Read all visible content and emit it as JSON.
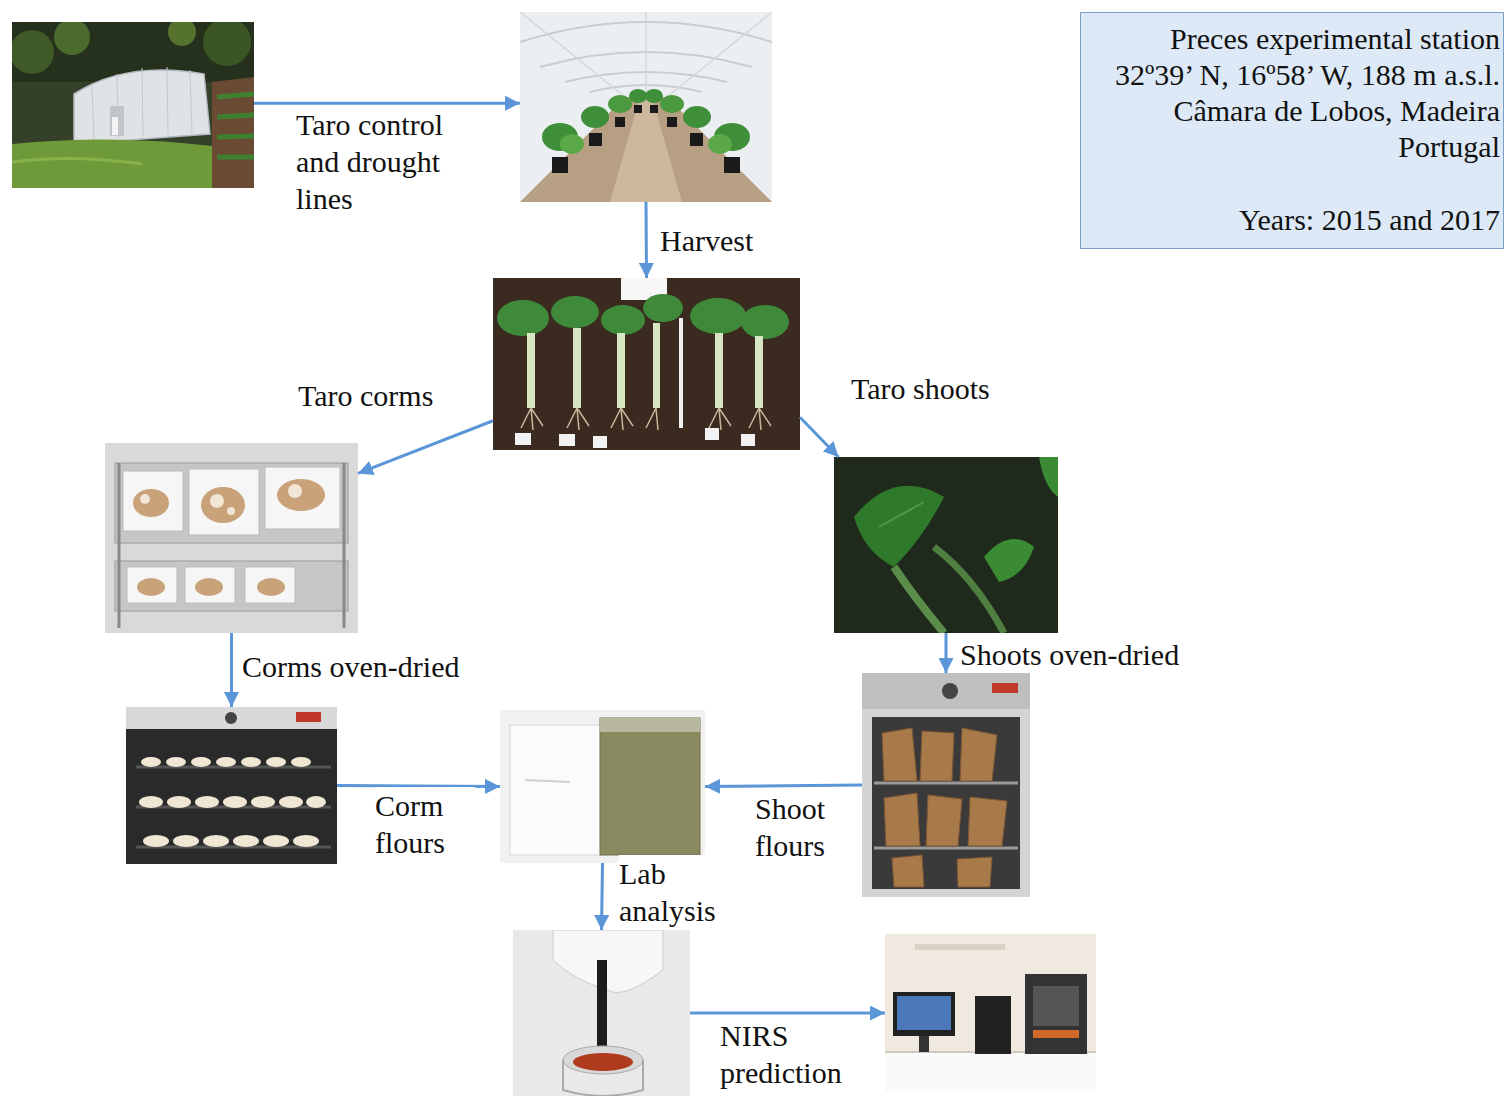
{
  "diagram": {
    "nodes": [
      {
        "text": []
      },
      {
        "text": []
      },
      {
        "text": [
          "Preces experimental station 32º39’ N, 16º58’ W, 188 m a.s.l. Câmara de Lobos, Madeira Portugal",
          "Years: 2015 and 2017"
        ]
      },
      {
        "text": []
      },
      {
        "text": []
      },
      {
        "text": []
      },
      {
        "text": []
      },
      {
        "text": []
      },
      {
        "text": []
      },
      {
        "text": []
      },
      {
        "text": []
      }
    ],
    "edges": [
      {
        "from": 0,
        "to": 1,
        "arrow": "to",
        "label": "Taro control and drought lines"
      },
      {
        "from": 1,
        "to": 3,
        "arrow": "to",
        "label": "Harvest"
      },
      {
        "from": 3,
        "to": 4,
        "arrow": "to",
        "label": "Taro corms"
      },
      {
        "from": 3,
        "to": 5,
        "arrow": "to",
        "label": "Taro shoots"
      },
      {
        "from": 4,
        "to": 6,
        "arrow": "to",
        "label": "Corms oven-dried"
      },
      {
        "from": 5,
        "to": 8,
        "arrow": "to",
        "label": "Shoots oven-dried"
      },
      {
        "from": 6,
        "to": 7,
        "arrow": "to",
        "label": "Corm flours"
      },
      {
        "from": 8,
        "to": 7,
        "arrow": "to",
        "label": "Shoot flours"
      },
      {
        "from": 7,
        "to": 9,
        "arrow": "to",
        "label": "Lab analysis"
      },
      {
        "from": 9,
        "to": 10,
        "arrow": "to",
        "label": "NIRS prediction"
      }
    ]
  }
}
